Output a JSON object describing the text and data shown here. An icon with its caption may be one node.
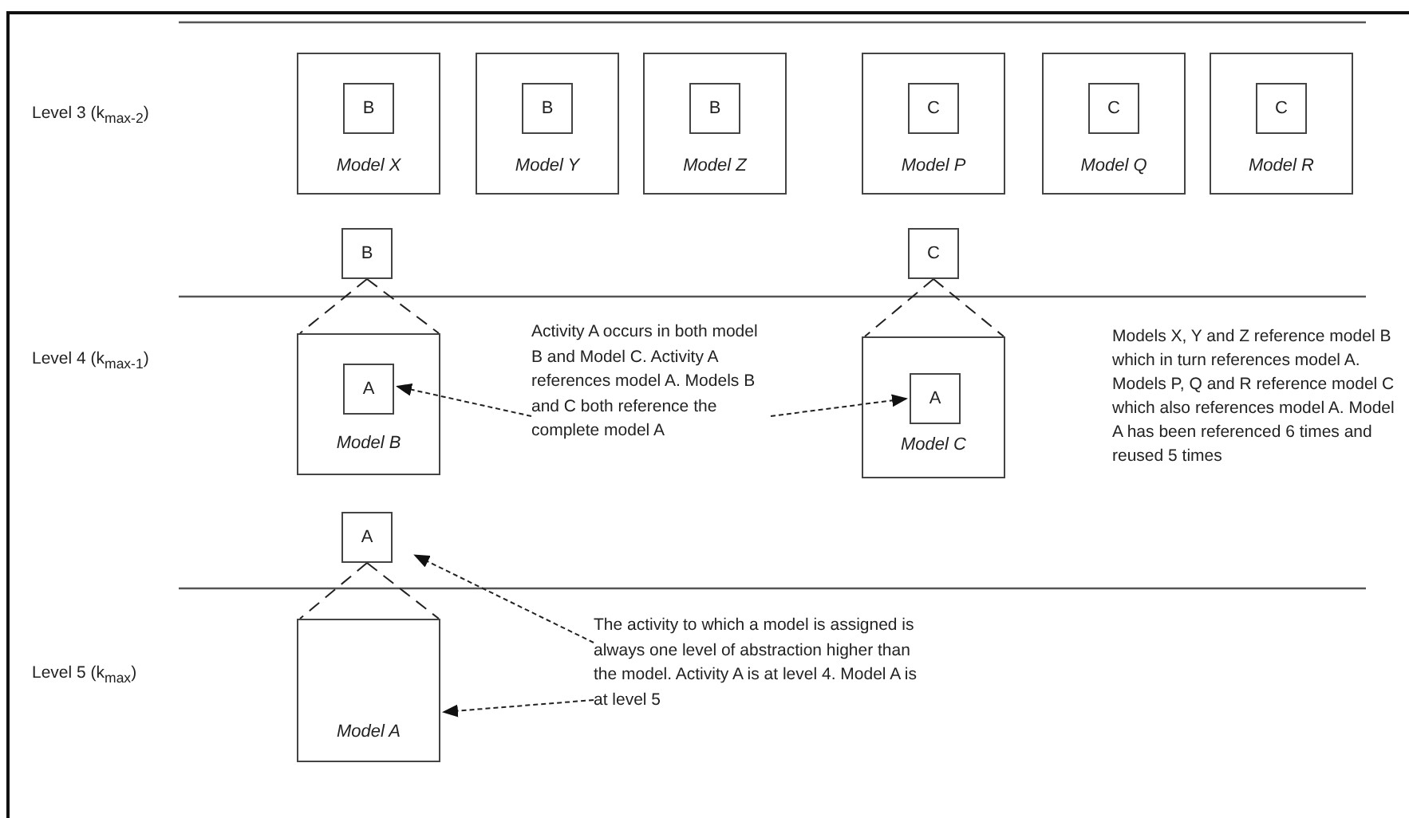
{
  "diagram": {
    "nodes": [
      {
        "text": [
          "Model X"
        ]
      },
      {
        "text": [
          "B"
        ],
        "in": 0
      },
      {
        "text": [
          "Model Y"
        ]
      },
      {
        "text": [
          "B"
        ],
        "in": 2
      },
      {
        "text": [
          "Model Z"
        ]
      },
      {
        "text": [
          "B"
        ],
        "in": 4
      },
      {
        "text": [
          "Model P"
        ]
      },
      {
        "text": [
          "C"
        ],
        "in": 6
      },
      {
        "text": [
          "Model Q"
        ]
      },
      {
        "text": [
          "C"
        ],
        "in": 8
      },
      {
        "text": [
          "Model R"
        ]
      },
      {
        "text": [
          "C"
        ],
        "in": 10
      },
      {
        "text": [
          "B"
        ]
      },
      {
        "text": [
          "C"
        ]
      },
      {
        "text": [
          "Model B"
        ]
      },
      {
        "text": [
          "A"
        ],
        "in": 14
      },
      {
        "text": [
          "Activity A occurs in both model B and Model C. Activity A references model A. Models B and C both reference the complete model A"
        ]
      },
      {
        "text": [
          "Model C"
        ]
      },
      {
        "text": [
          "A"
        ],
        "in": 17
      },
      {
        "text": [
          "A"
        ]
      },
      {
        "text": [
          "The activity to which a model is assigned is always one level of abstraction higher than the model. Activity A is at level 4. Model A is at level 5"
        ]
      },
      {
        "text": [
          "Model A"
        ]
      }
    ],
    "edges": [
      {
        "from": 12,
        "to": 14,
        "arrow": "none",
        "style": "dashed"
      },
      {
        "from": 12,
        "to": 14,
        "arrow": "none",
        "style": "dashed"
      },
      {
        "from": 13,
        "to": 17,
        "arrow": "none",
        "style": "dashed"
      },
      {
        "from": 13,
        "to": 17,
        "arrow": "none",
        "style": "dashed"
      },
      {
        "from": 16,
        "to": 15,
        "arrow": "to",
        "style": "dashed"
      },
      {
        "from": 16,
        "to": 18,
        "arrow": "to",
        "style": "dashed"
      },
      {
        "from": 19,
        "to": 21,
        "arrow": "none",
        "style": "dashed"
      },
      {
        "from": 19,
        "to": 21,
        "arrow": "none",
        "style": "dashed"
      },
      {
        "from": 20,
        "to": 19,
        "arrow": "to",
        "style": "dashed"
      },
      {
        "from": 20,
        "to": 21,
        "arrow": "to",
        "style": "dashed"
      }
    ],
    "labels": [
      "Level 3 (k$_{max-2}$)",
      "Level 4 (k$_{max-1}$)",
      "Models X, Y and Z reference model B which in turn references model A. Models P, Q and R reference model C which also references model A. Model A has been referenced 6 times and reused 5 times",
      "Level 5 (k$_{max}$)"
    ]
  }
}
